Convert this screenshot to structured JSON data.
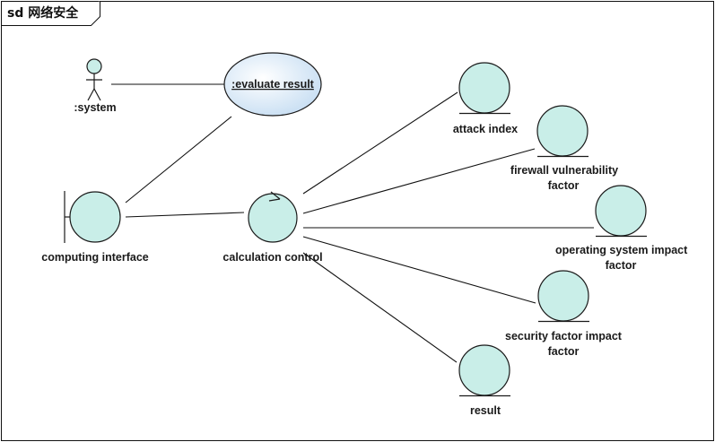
{
  "frame": {
    "title": "sd 网络安全"
  },
  "nodes": {
    "system": {
      "label": ":system",
      "type": "actor"
    },
    "evaluate_result": {
      "label": ":evaluate result",
      "type": "usecase"
    },
    "computing_interface": {
      "label": "computing interface",
      "type": "boundary"
    },
    "calculation_control": {
      "label": "calculation control",
      "type": "control"
    },
    "attack_index": {
      "label": "attack index",
      "type": "entity"
    },
    "firewall_vulnerability_factor": {
      "label_line1": "firewall vulnerability",
      "label_line2": "factor",
      "type": "entity"
    },
    "operating_system_impact_factor": {
      "label_line1": "operating system impact",
      "label_line2": "factor",
      "type": "entity"
    },
    "security_factor_impact_factor": {
      "label_line1": "security factor impact",
      "label_line2": "factor",
      "type": "entity"
    },
    "result": {
      "label": "result",
      "type": "entity"
    }
  },
  "colors": {
    "element_fill": "#c9eee8",
    "usecase_fill": "#d3e8f7",
    "line": "#111111"
  }
}
